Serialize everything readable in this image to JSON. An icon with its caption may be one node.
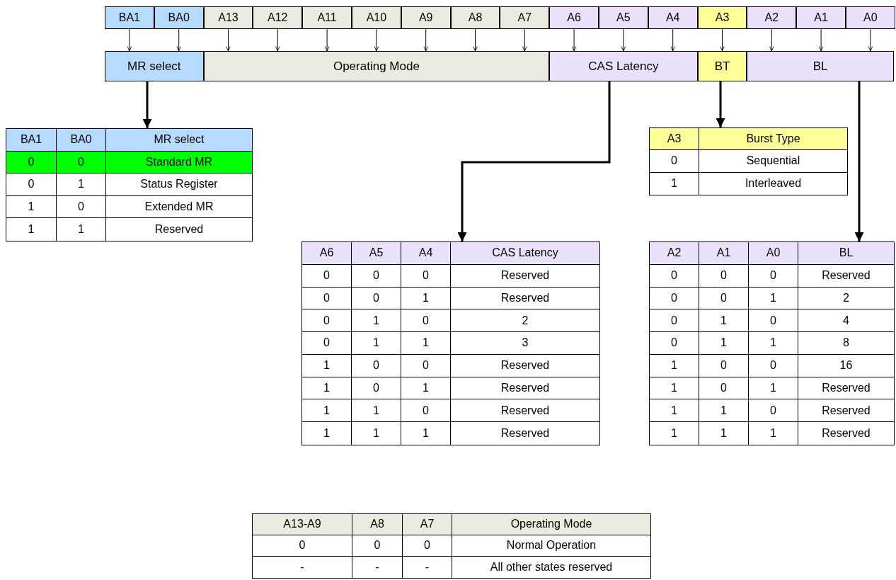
{
  "diagram": {
    "nodes": [
      {
        "text": [
          "BA1"
        ]
      },
      {
        "text": [
          "BA0"
        ]
      },
      {
        "text": [
          "A13"
        ]
      },
      {
        "text": [
          "A12"
        ]
      },
      {
        "text": [
          "A11"
        ]
      },
      {
        "text": [
          "A10"
        ]
      },
      {
        "text": [
          "A9"
        ]
      },
      {
        "text": [
          "A8"
        ]
      },
      {
        "text": [
          "A7"
        ]
      },
      {
        "text": [
          "A6"
        ]
      },
      {
        "text": [
          "A5"
        ]
      },
      {
        "text": [
          "A4"
        ]
      },
      {
        "text": [
          "A3"
        ]
      },
      {
        "text": [
          "A2"
        ]
      },
      {
        "text": [
          "A1"
        ]
      },
      {
        "text": [
          "A0"
        ]
      },
      {
        "text": [
          "MR select"
        ]
      },
      {
        "text": [
          "Operating Mode"
        ]
      },
      {
        "text": [
          "CAS Latency"
        ]
      },
      {
        "text": [
          "BT"
        ]
      },
      {
        "text": [
          "BL"
        ]
      },
      {
        "text": [
          "BA1",
          "BA0",
          "MR select",
          "0",
          "0",
          "Standard MR",
          "0",
          "1",
          "Status Register",
          "1",
          "0",
          "Extended MR",
          "1",
          "1",
          "Reserved"
        ]
      },
      {
        "text": [
          "A3",
          "Burst Type",
          "0",
          "Sequential",
          "1",
          "Interleaved"
        ]
      },
      {
        "text": [
          "A6",
          "A5",
          "A4",
          "CAS Latency",
          "0",
          "0",
          "0",
          "Reserved",
          "0",
          "0",
          "1",
          "Reserved",
          "0",
          "1",
          "0",
          "2",
          "0",
          "1",
          "1",
          "3",
          "1",
          "0",
          "0",
          "Reserved",
          "1",
          "0",
          "1",
          "Reserved",
          "1",
          "1",
          "0",
          "Reserved",
          "1",
          "1",
          "1",
          "Reserved"
        ]
      },
      {
        "text": [
          "A2",
          "A1",
          "A0",
          "BL",
          "0",
          "0",
          "0",
          "Reserved",
          "0",
          "0",
          "1",
          "2",
          "0",
          "1",
          "0",
          "4",
          "0",
          "1",
          "1",
          "8",
          "1",
          "0",
          "0",
          "16",
          "1",
          "0",
          "1",
          "Reserved",
          "1",
          "1",
          "0",
          "Reserved",
          "1",
          "1",
          "1",
          "Reserved"
        ]
      },
      {
        "text": [
          "A13-A9",
          "A8",
          "A7",
          "Operating Mode",
          "0",
          "0",
          "0",
          "Normal Operation",
          "-",
          "-",
          "-",
          "All other states reserved"
        ]
      }
    ],
    "edges": [
      {
        "from": 0,
        "to": 16,
        "arrow": "to"
      },
      {
        "from": 1,
        "to": 16,
        "arrow": "to"
      },
      {
        "from": 2,
        "to": 17,
        "arrow": "to"
      },
      {
        "from": 3,
        "to": 17,
        "arrow": "to"
      },
      {
        "from": 4,
        "to": 17,
        "arrow": "to"
      },
      {
        "from": 5,
        "to": 17,
        "arrow": "to"
      },
      {
        "from": 6,
        "to": 17,
        "arrow": "to"
      },
      {
        "from": 7,
        "to": 17,
        "arrow": "to"
      },
      {
        "from": 8,
        "to": 17,
        "arrow": "to"
      },
      {
        "from": 9,
        "to": 18,
        "arrow": "to"
      },
      {
        "from": 10,
        "to": 18,
        "arrow": "to"
      },
      {
        "from": 11,
        "to": 18,
        "arrow": "to"
      },
      {
        "from": 12,
        "to": 19,
        "arrow": "to"
      },
      {
        "from": 13,
        "to": 20,
        "arrow": "to"
      },
      {
        "from": 14,
        "to": 20,
        "arrow": "to"
      },
      {
        "from": 15,
        "to": 20,
        "arrow": "to"
      },
      {
        "from": 16,
        "to": 21,
        "arrow": "to",
        "style": "thick"
      },
      {
        "from": 18,
        "to": 23,
        "arrow": "to",
        "style": "thick"
      },
      {
        "from": 19,
        "to": 22,
        "arrow": "to",
        "style": "thick"
      },
      {
        "from": 20,
        "to": 24,
        "arrow": "to",
        "style": "thick"
      }
    ]
  }
}
